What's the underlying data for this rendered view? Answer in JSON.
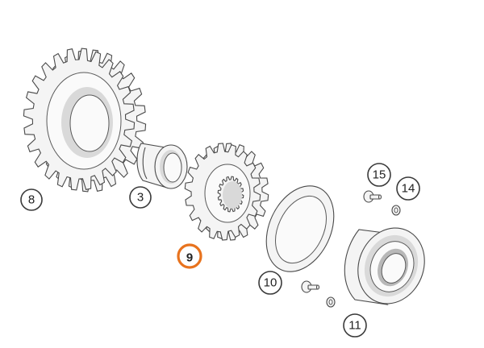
{
  "diagram": {
    "colors": {
      "line": "#4a4a4a",
      "highlight": "#e8731e",
      "background": "#ffffff"
    },
    "callouts": [
      {
        "id": "8",
        "label": "8",
        "part": "large-gear",
        "highlighted": false
      },
      {
        "id": "3",
        "label": "3",
        "part": "bushing",
        "highlighted": false
      },
      {
        "id": "9",
        "label": "9",
        "part": "gear",
        "highlighted": true
      },
      {
        "id": "10",
        "label": "10",
        "part": "thrust-washer",
        "highlighted": false
      },
      {
        "id": "15",
        "label": "15",
        "part": "screw",
        "highlighted": false
      },
      {
        "id": "14",
        "label": "14",
        "part": "washer",
        "highlighted": false
      },
      {
        "id": "11",
        "label": "11",
        "part": "ball-bearing",
        "highlighted": false
      }
    ]
  }
}
